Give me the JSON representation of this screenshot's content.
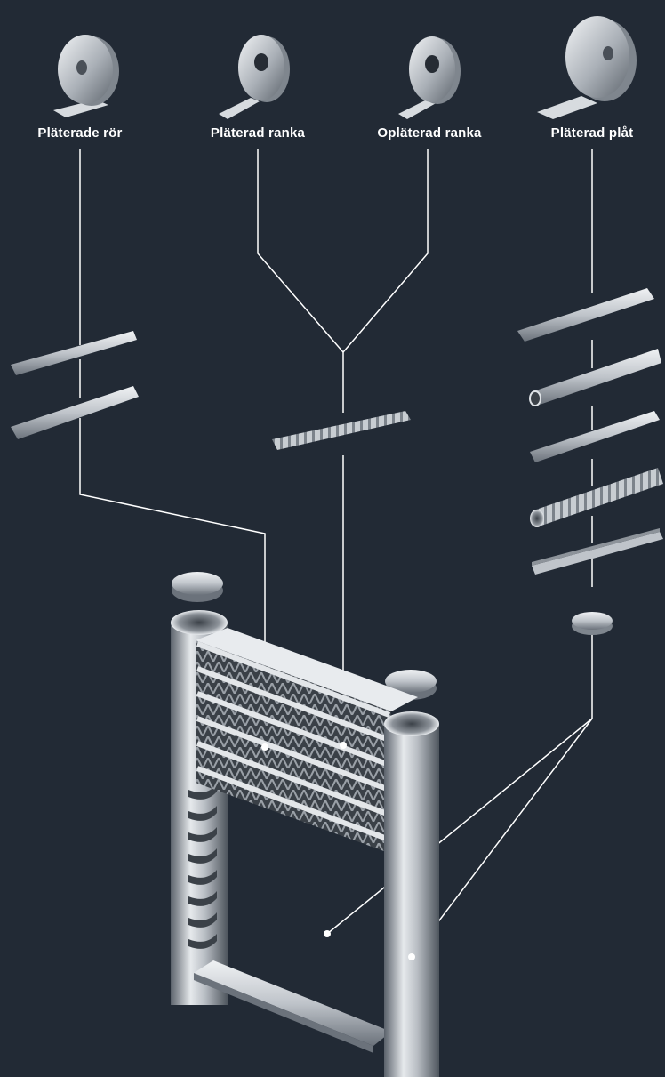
{
  "materials": [
    {
      "id": "platerade-ror",
      "label": "Pläterade rör"
    },
    {
      "id": "platerad-ranka",
      "label": "Pläterad ranka"
    },
    {
      "id": "oplaterad-ranka",
      "label": "Opläterad ranka"
    },
    {
      "id": "platerad-plat",
      "label": "Pläterad plåt"
    }
  ],
  "colors": {
    "background": "#222a35",
    "metal_light": "#e6e9ec",
    "metal_mid": "#a9afb6",
    "metal_dark": "#5b626b",
    "connector": "#ffffff"
  }
}
